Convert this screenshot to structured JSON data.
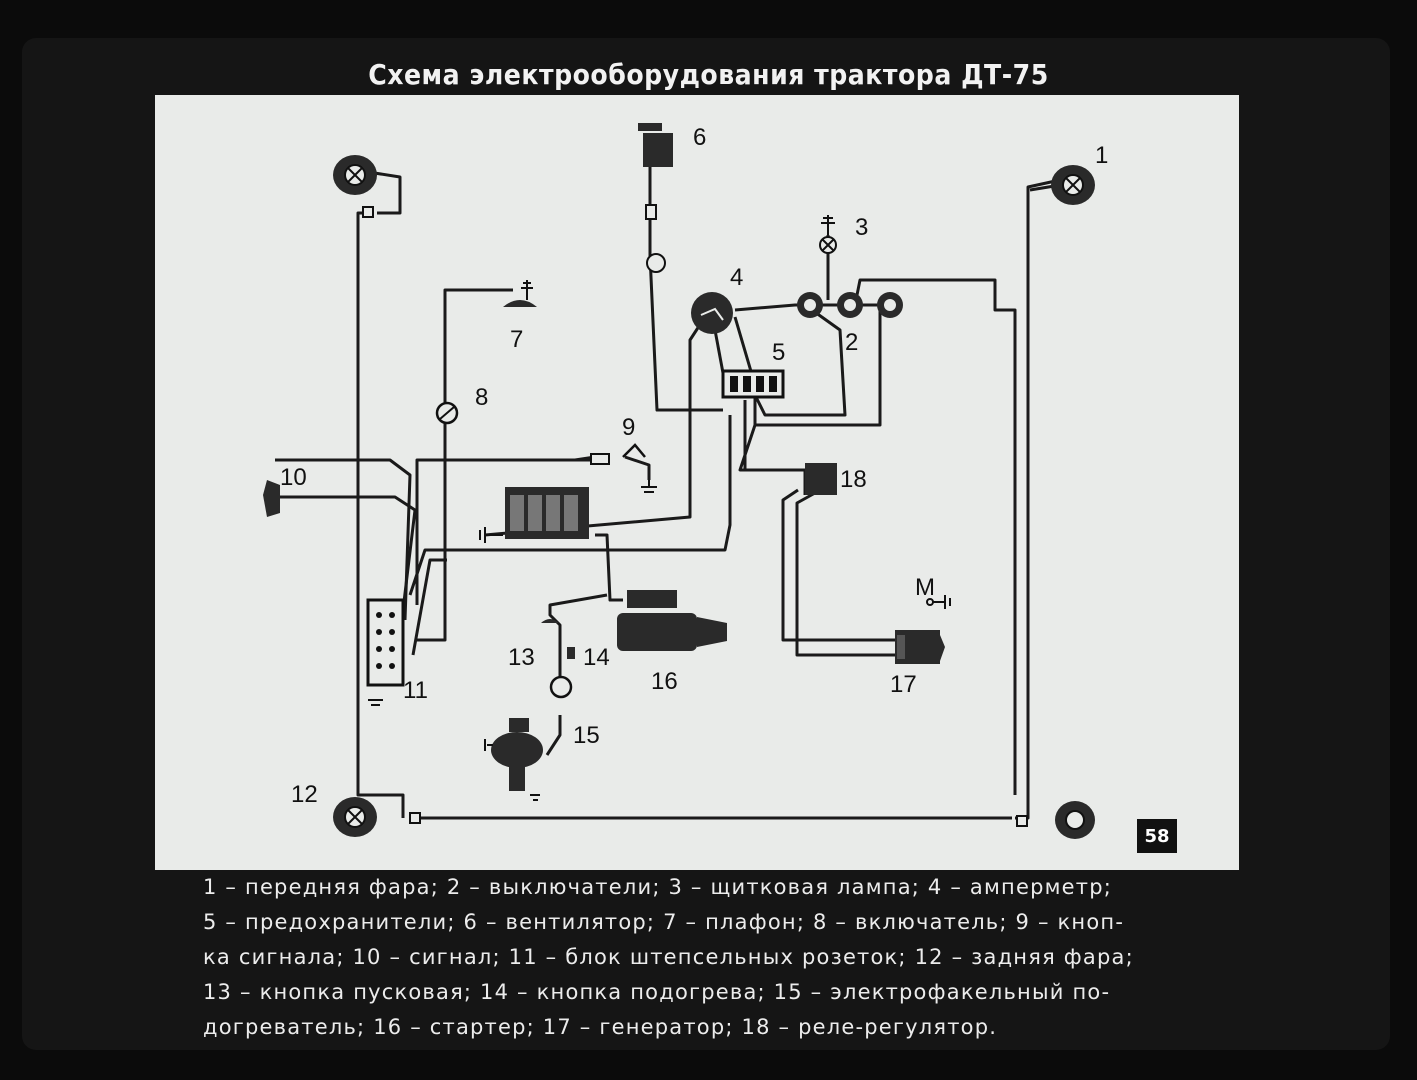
{
  "title": "Схема электрооборудования трактора ДТ-75",
  "page_number": "58",
  "labels": {
    "n1": "1",
    "n2": "2",
    "n3": "3",
    "n4": "4",
    "n5": "5",
    "n6": "6",
    "n7": "7",
    "n8": "8",
    "n9": "9",
    "n10": "10",
    "n11": "11",
    "n12": "12",
    "n13": "13",
    "n14": "14",
    "n15": "15",
    "n16": "16",
    "n17": "17",
    "n18": "18",
    "m": "М"
  },
  "caption_lines": [
    "1 – передняя фара; 2 – выключатели; 3 – щитковая лампа; 4 – амперметр;",
    "5 – предохранители; 6 – вентилятор; 7 – плафон; 8 – включатель; 9 – кноп-",
    "ка сигнала; 10 – сигнал; 11 – блок штепсельных розеток; 12 – задняя фара;",
    "13 – кнопка пусковая; 14 – кнопка подогрева; 15 – электрофакельный по-",
    "догреватель; 16 – стартер; 17 – генератор; 18 – реле-регулятор."
  ],
  "colors": {
    "panel": "#e9ebe9",
    "wire": "#1a1a1a",
    "background": "#0b0b0b"
  }
}
